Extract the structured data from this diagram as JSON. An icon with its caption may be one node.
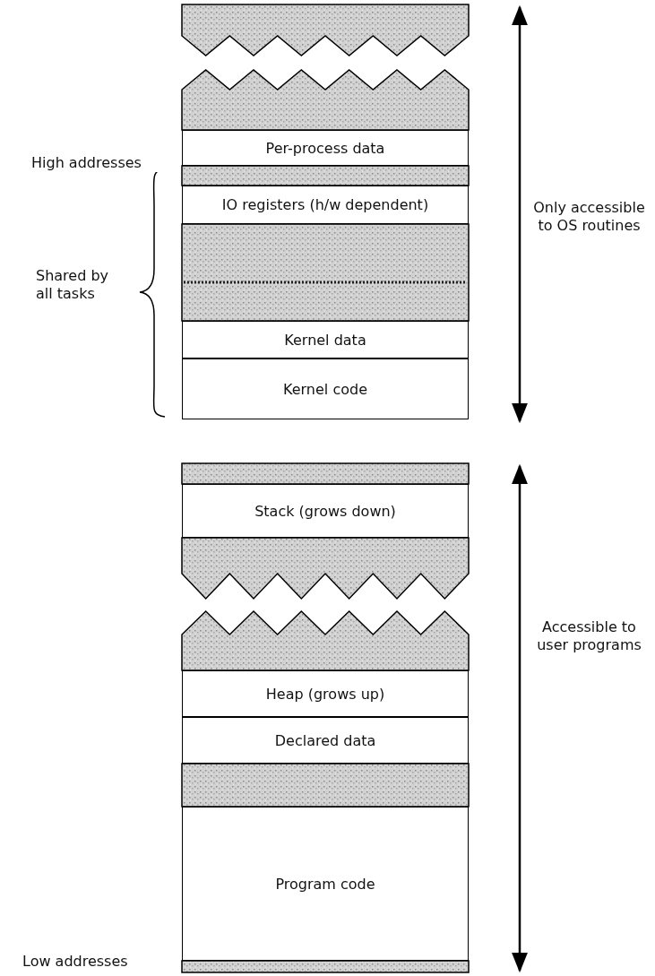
{
  "diagram": {
    "nodes": [
      {
        "text": [],
        "shape": "band"
      },
      {
        "text": [],
        "shape": "band"
      },
      {
        "text": [
          "Per-process data"
        ]
      },
      {
        "text": [],
        "shape": "band"
      },
      {
        "text": [
          "IO registers (h/w dependent)"
        ]
      },
      {
        "text": [],
        "shape": "band"
      },
      {
        "text": [
          "Kernel data"
        ]
      },
      {
        "text": [
          "Kernel code"
        ]
      },
      {
        "text": [],
        "shape": "band"
      },
      {
        "text": [
          "Stack (grows down)"
        ]
      },
      {
        "text": [],
        "shape": "band"
      },
      {
        "text": [],
        "shape": "band"
      },
      {
        "text": [
          "Heap (grows up)"
        ]
      },
      {
        "text": [
          "Declared data"
        ]
      },
      {
        "text": [],
        "shape": "band"
      },
      {
        "text": [
          "Program code"
        ]
      },
      {
        "text": [],
        "shape": "band"
      }
    ],
    "labels": [
      "High addresses",
      "Shared by all tasks",
      "Only accessible to OS routines",
      "Accessible to user programs",
      "Low addresses"
    ]
  }
}
